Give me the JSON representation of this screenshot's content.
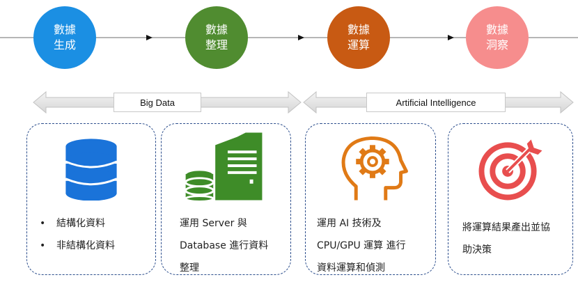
{
  "stages": [
    {
      "label": "數據\n生成",
      "color": "#1b8fe3"
    },
    {
      "label": "數據\n整理",
      "color": "#508c30"
    },
    {
      "label": "數據\n運算",
      "color": "#c85a13"
    },
    {
      "label": "數據\n洞察",
      "color": "#f68d8d"
    }
  ],
  "bands": [
    {
      "label": "Big Data"
    },
    {
      "label": "Artificial Intelligence"
    }
  ],
  "cards": [
    {
      "icon": "database-icon",
      "color": "#1a73d9",
      "items": [
        "結構化資料",
        "非結構化資料"
      ]
    },
    {
      "icon": "server-database-icon",
      "color": "#3e8c28",
      "lines": [
        "運用 Server 與",
        "Database 進行資料",
        "整理"
      ]
    },
    {
      "icon": "brain-gear-icon",
      "color": "#e07a16",
      "lines": [
        "運用 AI 技術及",
        "CPU/GPU 運算 進行",
        "資料運算和偵測"
      ]
    },
    {
      "icon": "target-icon",
      "color": "#e84e4e",
      "lines": [
        "將運算結果產出並協",
        "助決策"
      ]
    }
  ]
}
